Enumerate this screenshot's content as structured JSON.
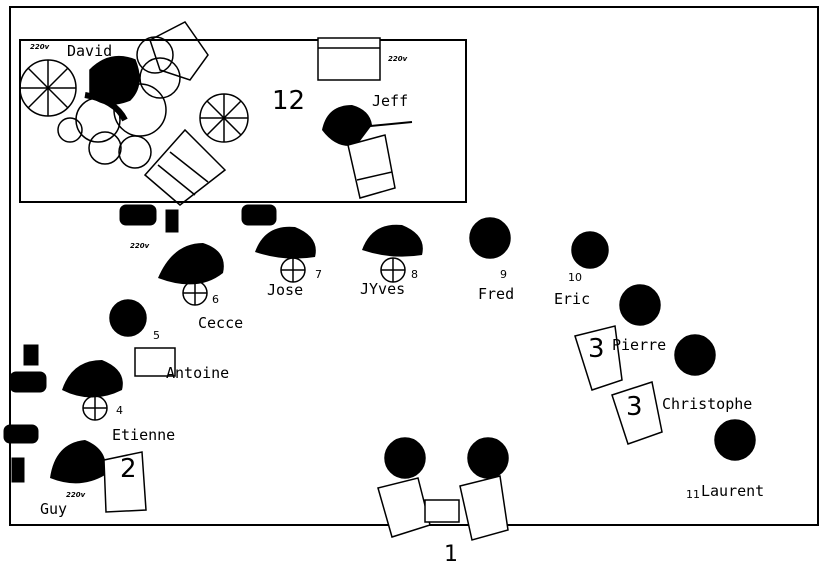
{
  "diagram": {
    "room_number": "12",
    "entrance_number": "1",
    "equipment_tag": "220v",
    "musicians": [
      {
        "name": "David",
        "number": ""
      },
      {
        "name": "Jeff",
        "number": ""
      },
      {
        "name": "Guy",
        "number": ""
      },
      {
        "name": "Etienne",
        "number": "4"
      },
      {
        "name": "Antoine",
        "number": "5"
      },
      {
        "name": "Cecce",
        "number": "6"
      },
      {
        "name": "Jose",
        "number": "7"
      },
      {
        "name": "JYves",
        "number": "8"
      },
      {
        "name": "Fred",
        "number": "9"
      },
      {
        "name": "Eric",
        "number": "10"
      },
      {
        "name": "Pierre",
        "number": ""
      },
      {
        "name": "Christophe",
        "number": ""
      },
      {
        "name": "Laurent",
        "number": "11"
      }
    ],
    "console_labels": [
      "2",
      "3",
      "3"
    ]
  }
}
